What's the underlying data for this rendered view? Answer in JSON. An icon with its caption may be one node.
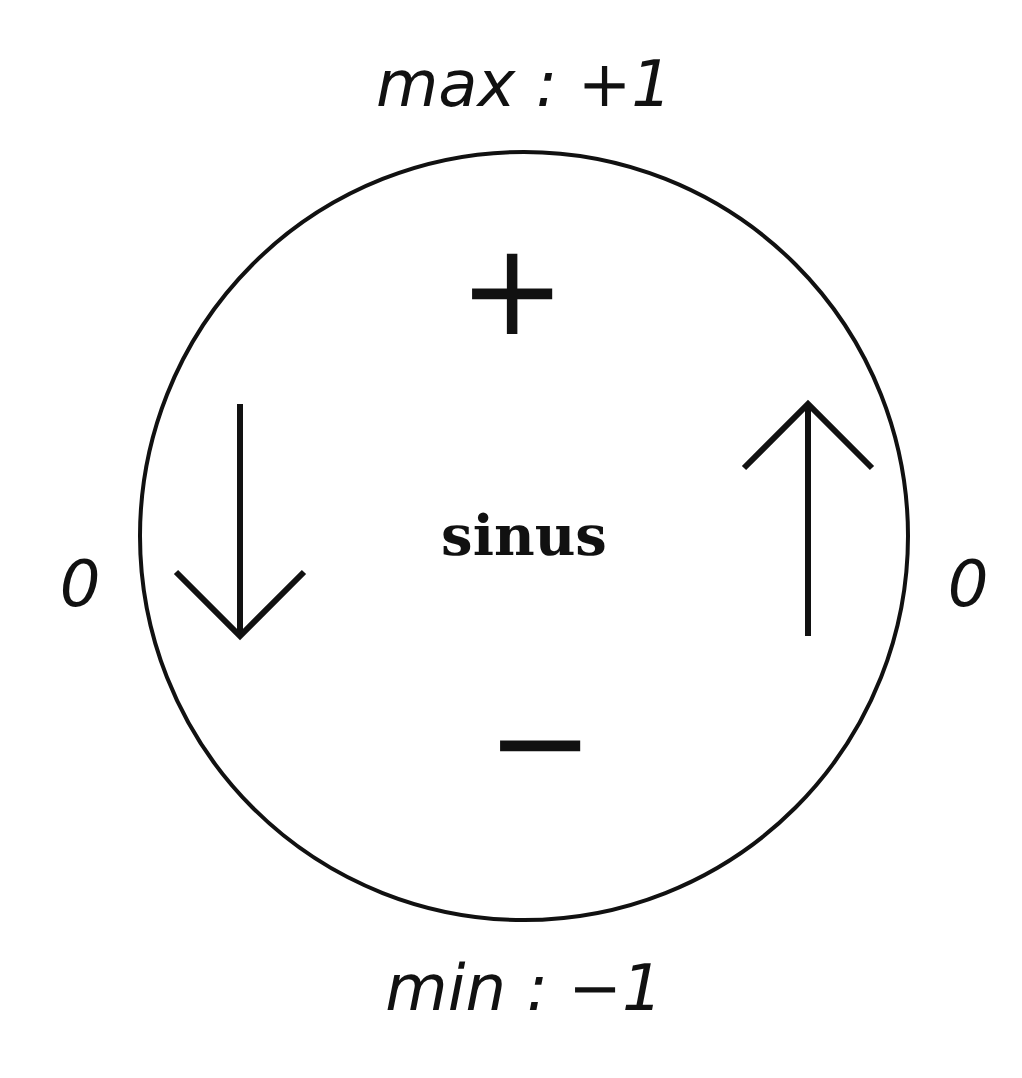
{
  "diagram": {
    "nodes": [
      {
        "text": [
          "sinus"
        ]
      }
    ],
    "labels": [
      "max : +1",
      "+",
      "0",
      "0",
      "−",
      "min : −1"
    ]
  }
}
